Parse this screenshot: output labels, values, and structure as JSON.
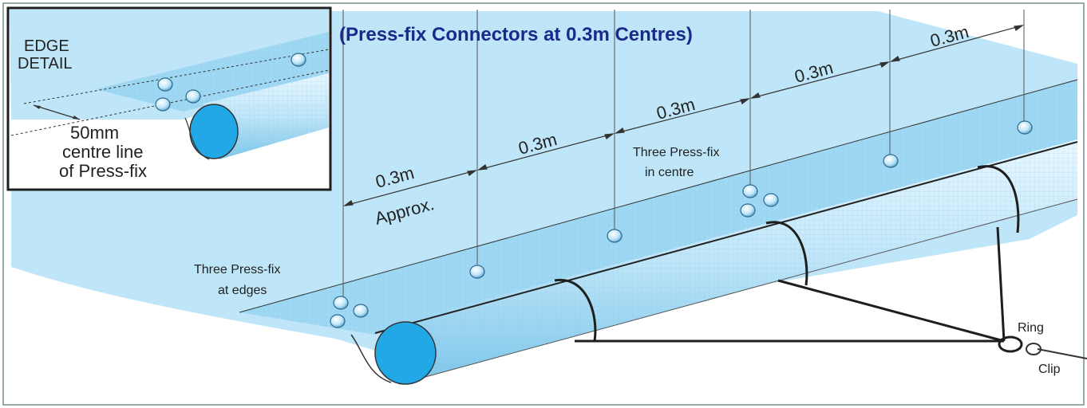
{
  "title": "(Press-fix Connectors at 0.3m Centres)",
  "inset": {
    "heading_line1": "EDGE",
    "heading_line2": "DETAIL",
    "measure": "50mm",
    "caption_line1": "centre line",
    "caption_line2": "of Press-fix"
  },
  "spacings": [
    "0.3m",
    "0.3m",
    "0.3m",
    "0.3m",
    "0.3m"
  ],
  "approx": "Approx.",
  "edges_label_line1": "Three Press-fix",
  "edges_label_line2": "at edges",
  "centre_label_line1": "Three Press-fix",
  "centre_label_line2": "in centre",
  "ring_label": "Ring",
  "clip_label": "Clip",
  "colors": {
    "cover": "#bfe6f8",
    "strip": "#9fd8f3",
    "pipe_end": "#22a8e6",
    "line": "#2a2a2a",
    "title": "#1a2a8a"
  }
}
